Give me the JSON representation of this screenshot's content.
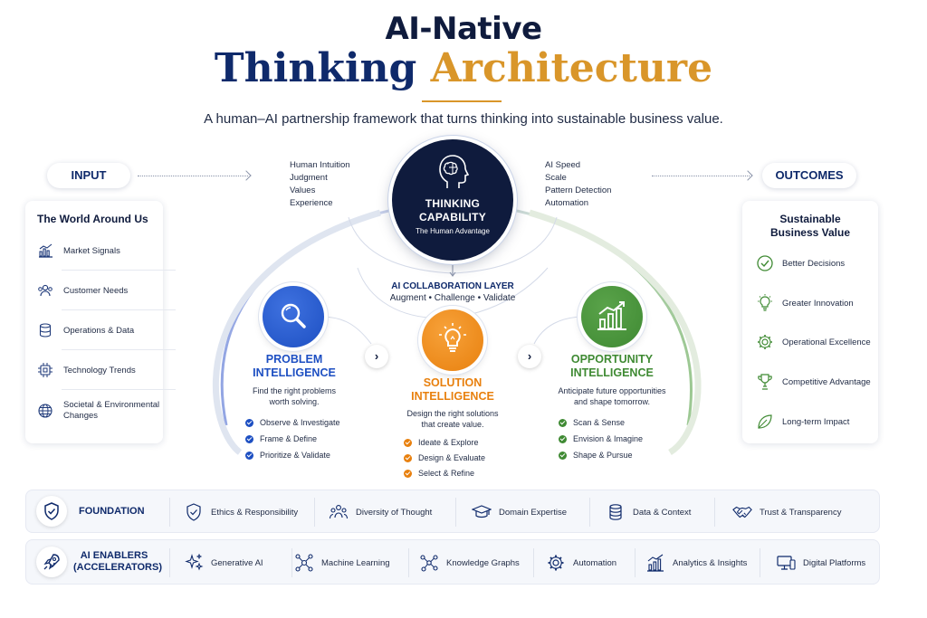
{
  "header": {
    "title_line1": "AI-Native",
    "title_line2_part1": "Thinking",
    "title_line2_part2": "Architecture",
    "subtitle": "A human–AI partnership framework that turns thinking into sustainable business value."
  },
  "flow": {
    "input_label": "INPUT",
    "outcomes_label": "OUTCOMES"
  },
  "input_card": {
    "title": "The World Around Us",
    "items": [
      {
        "label": "Market Signals",
        "icon": "bar-chart-icon"
      },
      {
        "label": "Customer Needs",
        "icon": "users-icon"
      },
      {
        "label": "Operations & Data",
        "icon": "database-icon"
      },
      {
        "label": "Technology Trends",
        "icon": "chip-icon"
      },
      {
        "label_line1": "Societal & Environmental",
        "label_line2": "Changes",
        "icon": "globe-icon"
      }
    ]
  },
  "outcomes_card": {
    "title_line1": "Sustainable",
    "title_line2": "Business Value",
    "items": [
      {
        "label": "Better Decisions",
        "icon": "check-circle-icon"
      },
      {
        "label": "Greater Innovation",
        "icon": "lightbulb-icon"
      },
      {
        "label": "Operational Excellence",
        "icon": "gear-icon"
      },
      {
        "label": "Competitive Advantage",
        "icon": "trophy-icon"
      },
      {
        "label": "Long-term Impact",
        "icon": "leaf-icon"
      }
    ]
  },
  "core": {
    "title_line1": "THINKING",
    "title_line2": "CAPABILITY",
    "tagline": "The Human Advantage",
    "icon": "brain-head-icon",
    "human_traits": [
      "Human Intuition",
      "Judgment",
      "Values",
      "Experience"
    ],
    "ai_traits": [
      "AI Speed",
      "Scale",
      "Pattern Detection",
      "Automation"
    ]
  },
  "collaboration": {
    "title": "AI COLLABORATION LAYER",
    "subtitle": "Augment • Challenge • Validate"
  },
  "pillars": [
    {
      "title_line1": "PROBLEM",
      "title_line2": "INTELLIGENCE",
      "desc_line1": "Find the right problems",
      "desc_line2": "worth solving.",
      "items": [
        "Observe & Investigate",
        "Frame & Define",
        "Prioritize & Validate"
      ],
      "color": "#1d4fc2",
      "icon": "magnifier-icon"
    },
    {
      "title_line1": "SOLUTION",
      "title_line2": "INTELLIGENCE",
      "desc_line1": "Design the right solutions",
      "desc_line2": "that create value.",
      "items": [
        "Ideate & Explore",
        "Design & Evaluate",
        "Select & Refine"
      ],
      "color": "#e8800e",
      "icon": "lightbulb-icon"
    },
    {
      "title_line1": "OPPORTUNITY",
      "title_line2": "INTELLIGENCE",
      "desc_line1": "Anticipate future opportunities",
      "desc_line2": "and shape tomorrow.",
      "items": [
        "Scan & Sense",
        "Envision & Imagine",
        "Shape & Pursue"
      ],
      "color": "#3f8a33",
      "icon": "growth-chart-icon"
    }
  ],
  "arrows": {
    "next_glyph": "›"
  },
  "foundation": {
    "label": "FOUNDATION",
    "icon": "shield-check-icon",
    "items": [
      {
        "label": "Ethics & Responsibility",
        "icon": "shield-icon"
      },
      {
        "label": "Diversity of Thought",
        "icon": "people-icon"
      },
      {
        "label": "Domain Expertise",
        "icon": "graduation-cap-icon"
      },
      {
        "label": "Data & Context",
        "icon": "database-icon"
      },
      {
        "label": "Trust & Transparency",
        "icon": "handshake-icon"
      }
    ]
  },
  "enablers": {
    "label_line1": "AI ENABLERS",
    "label_line2": "(ACCELERATORS)",
    "icon": "rocket-icon",
    "items": [
      {
        "label": "Generative AI",
        "icon": "sparkles-icon"
      },
      {
        "label": "Machine Learning",
        "icon": "network-icon"
      },
      {
        "label": "Knowledge Graphs",
        "icon": "graph-icon"
      },
      {
        "label": "Automation",
        "icon": "gear-icon"
      },
      {
        "label": "Analytics & Insights",
        "icon": "analytics-icon"
      },
      {
        "label": "Digital Platforms",
        "icon": "monitor-icon"
      }
    ]
  },
  "colors": {
    "navy": "#0f1b3d",
    "brand_blue": "#0f2a6b",
    "gold": "#d9962a",
    "problem_blue": "#1d4fc2",
    "solution_orange": "#e8800e",
    "opportunity_green": "#3f8a33"
  }
}
